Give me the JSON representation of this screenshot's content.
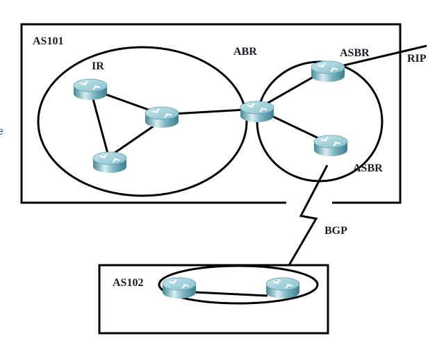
{
  "margin_fragment": "e",
  "as101": {
    "label": "AS101",
    "ir_label": "IR",
    "abr_label": "ABR",
    "asbr_top_label": "ASBR",
    "asbr_bottom_label": "ASBR",
    "rip_label": "RIP"
  },
  "bgp_label": "BGP",
  "as102": {
    "label": "AS102"
  },
  "icons": {
    "router": "router-icon"
  },
  "colors": {
    "router_top": "#a9d4dc",
    "router_body": "#4f95a4",
    "lines": "#000000",
    "label_text": "#1c1a24"
  }
}
